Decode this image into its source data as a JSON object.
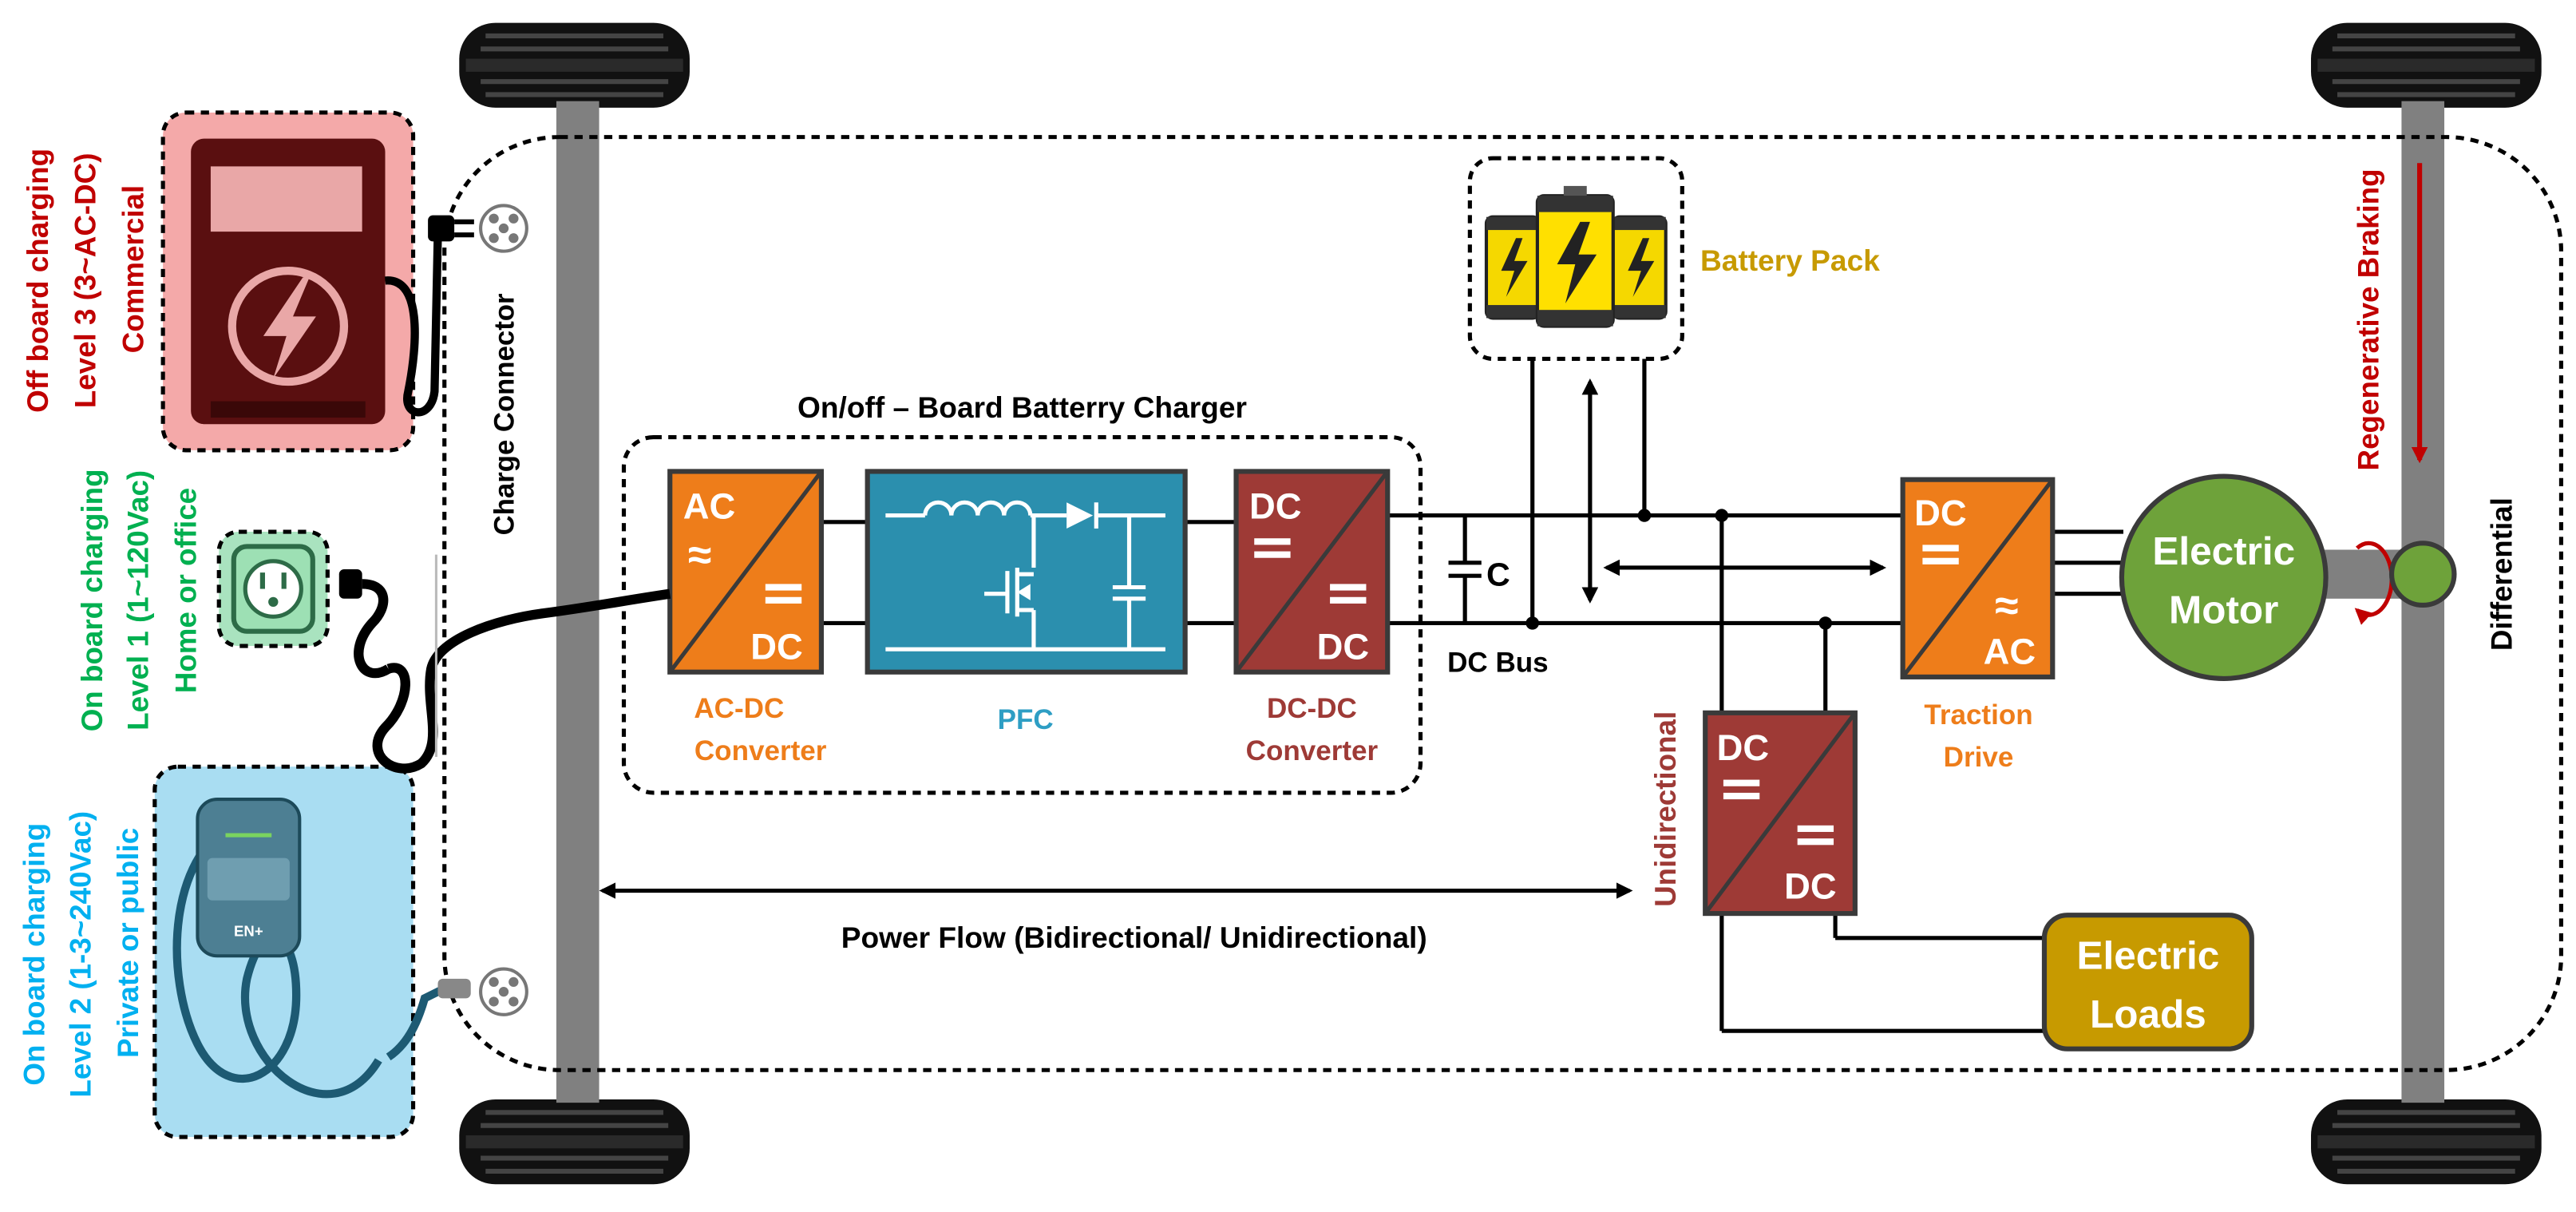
{
  "labels": {
    "charger_title": "On/off – Board Batterry Charger",
    "acdc_top": "AC",
    "acdc_bottom": "DC",
    "acdc_caption_1": "AC-DC",
    "acdc_caption_2": "Converter",
    "pfc_caption": "PFC",
    "dcdc_top": "DC",
    "dcdc_bottom": "DC",
    "dcdc_caption_1": "DC-DC",
    "dcdc_caption_2": "Converter",
    "capacitor": "C",
    "dc_bus": "DC Bus",
    "battery_pack": "Battery Pack",
    "traction_top": "DC",
    "traction_bottom": "AC",
    "traction_caption_1": "Traction",
    "traction_caption_2": "Drive",
    "motor_1": "Electric",
    "motor_2": "Motor",
    "aux_top": "DC",
    "aux_bottom": "DC",
    "unidirectional": "Unidirectional",
    "loads_1": "Electric",
    "loads_2": "Loads",
    "power_flow": "Power Flow (Bidirectional/ Unidirectional)",
    "charge_connector": "Charge Connector",
    "regen_braking": "Regenerative Braking",
    "differential": "Differential",
    "level3_1": "Off board charging",
    "level3_2": "Level 3 (3~AC-DC)",
    "level3_3": "Commercial",
    "level1_1": "On board charging",
    "level1_2": "Level 1 (1~120Vac)",
    "level1_3": "Home or office",
    "level2_1": "On board charging",
    "level2_2": "Level 2 (1-3~240Vac)",
    "level2_3": "Private or public",
    "wallbox_brand": "EN+"
  },
  "colors": {
    "orange": "#ee7d1a",
    "dark_red": "#9e3a36",
    "teal": "#2b8fae",
    "green": "#6ea23a",
    "gold": "#c79a00",
    "label_orange": "#ee7d1a",
    "label_teal": "#2e9ec4",
    "label_gold": "#c79a00",
    "level3_red": "#c00000",
    "level1_green": "#00b050",
    "level2_blue": "#00b0f0",
    "regen_red": "#c00000"
  },
  "icons": [
    "charging-station-icon",
    "wall-outlet-icon",
    "wallbox-charger-icon",
    "battery-icon",
    "connector-socket-icon",
    "plug-icon"
  ]
}
